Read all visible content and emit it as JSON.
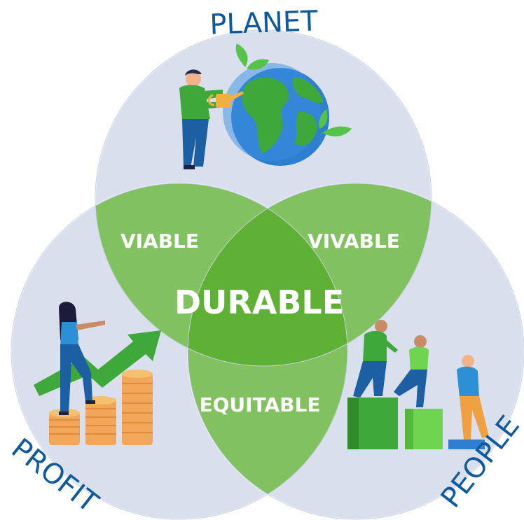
{
  "outer_labels": {
    "planet": "PLANET",
    "profit": "PROFIT",
    "people": "PEOPLE"
  },
  "overlap_labels": {
    "planet_profit": "VIABLE",
    "planet_people": "VIVABLE",
    "profit_people": "EQUITABLE",
    "center": "DURABLE"
  },
  "colors": {
    "circle_fill": "#d9dfec",
    "overlap_light": "#82c160",
    "overlap_dark": "#5fb136",
    "label_blue": "#0f5a9c"
  }
}
